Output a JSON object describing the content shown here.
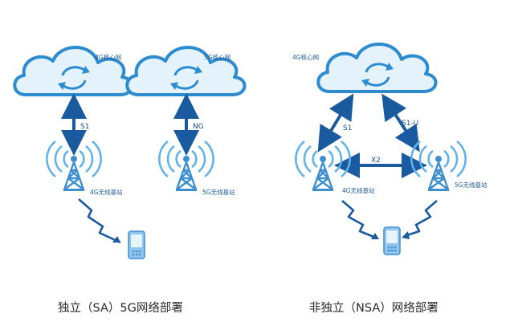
{
  "left_panel": {
    "core_4g": "4G核心网",
    "core_5g": "5G核心网",
    "link_s1": "S1",
    "link_ng": "NG",
    "station_4g": "4G无线基站",
    "station_5g": "5G无线基站",
    "caption": "独立（SA）5G网络部署"
  },
  "right_panel": {
    "core_4g": "4G核心网",
    "link_s1": "S1",
    "link_s1u": "S1-U",
    "link_x2": "X2",
    "station_4g": "4G无线基站",
    "station_5g": "5G无线基站",
    "caption": "非独立（NSA）网络部署"
  },
  "colors": {
    "cloud_fill": "#e4f2fb",
    "cloud_stroke": "#2d8bd0",
    "arrow": "#1a5a9e",
    "tower": "#3f8fd0",
    "signal": "#5fb3e8",
    "phone": "#8fc5ec"
  }
}
